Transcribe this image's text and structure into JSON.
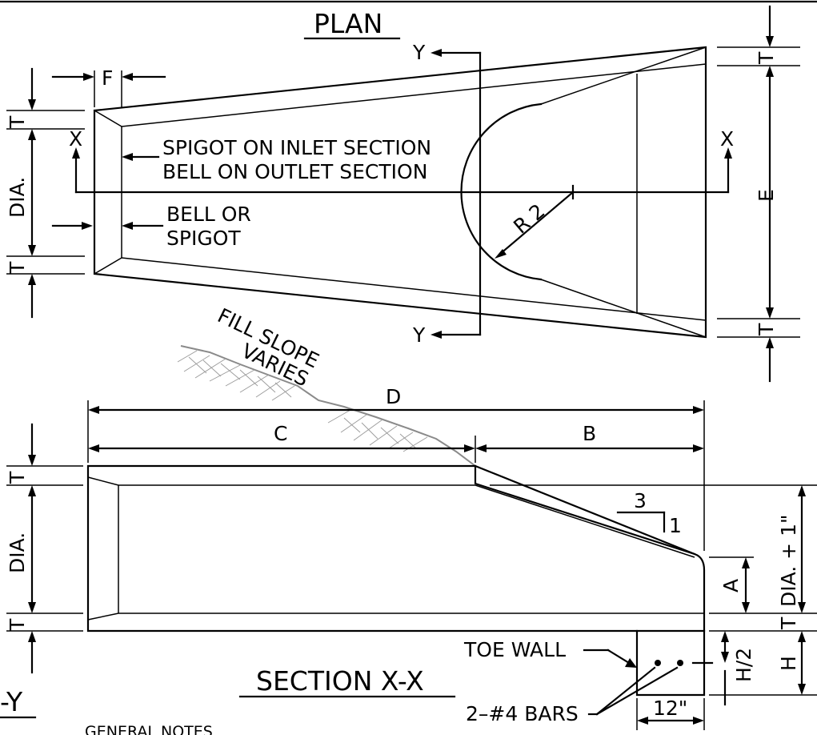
{
  "labels": {
    "plan_title": "PLAN",
    "section_title": "SECTION X-X",
    "section_y_partial": "-Y",
    "general_notes": "GENERAL NOTES",
    "spigot_inlet": "SPIGOT ON INLET SECTION",
    "bell_outlet": "BELL ON OUTLET SECTION",
    "bell_or": "BELL OR",
    "spigot": "SPIGOT",
    "fill_slope_1": "FILL SLOPE",
    "fill_slope_2": "VARIES",
    "toe_wall": "TOE WALL",
    "bars": "2–#4 BARS",
    "slope_run": "3",
    "slope_rise": "1"
  },
  "dimensions": {
    "F": "F",
    "T": "T",
    "DIA": "DIA.",
    "E": "E",
    "X": "X",
    "Y": "Y",
    "R2": "R 2",
    "D": "D",
    "C": "C",
    "B": "B",
    "A": "A",
    "DIA_PLUS": "DIA. + 1\"",
    "H": "H",
    "H_HALF": "H/2",
    "TWELVE": "12\""
  }
}
